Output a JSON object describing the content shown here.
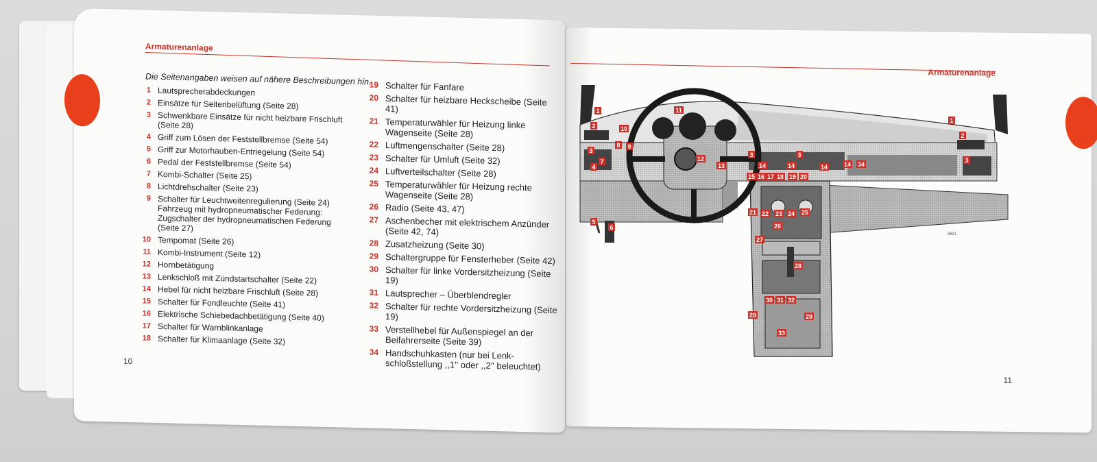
{
  "left_page": {
    "header": "Armaturenanlage",
    "intro": "Die Seitenangaben weisen auf nähere Beschreibungen hin.",
    "page_number": "10",
    "column_a": [
      {
        "num": "1",
        "text": "Lautsprecherabdeckungen"
      },
      {
        "num": "2",
        "text": "Einsätze für Seitenbelüftung (Seite 28)"
      },
      {
        "num": "3",
        "text": "Schwenkbare Einsätze für nicht heizbare Frischluft (Seite 28)"
      },
      {
        "num": "4",
        "text": "Griff zum Lösen der Feststellbremse (Seite 54)"
      },
      {
        "num": "5",
        "text": "Griff zur Motorhauben-Entriegelung (Seite 54)"
      },
      {
        "num": "6",
        "text": "Pedal der Feststellbremse (Seite 54)"
      },
      {
        "num": "7",
        "text": "Kombi-Schalter (Seite 25)"
      },
      {
        "num": "8",
        "text": "Lichtdrehschalter (Seite 23)"
      },
      {
        "num": "9",
        "text": "Schalter für Leuchtweitenregulierung (Seite 24) Fahrzeug mit hydropneumatischer Federung: Zugschalter der hydropneumatischen Federung (Seite 27)"
      },
      {
        "num": "10",
        "text": "Tempomat (Seite 26)"
      },
      {
        "num": "11",
        "text": "Kombi-Instrument (Seite 12)"
      },
      {
        "num": "12",
        "text": "Hornbetätigung"
      },
      {
        "num": "13",
        "text": "Lenkschloß mit Zündstartschalter (Seite 22)"
      },
      {
        "num": "14",
        "text": "Hebel für nicht heizbare Frischluft (Seite 28)"
      },
      {
        "num": "15",
        "text": "Schalter für Fondleuchte (Seite 41)"
      },
      {
        "num": "16",
        "text": "Elektrische Schiebedachbetätigung (Seite 40)"
      },
      {
        "num": "17",
        "text": "Schalter für Warnblinkanlage"
      },
      {
        "num": "18",
        "text": "Schalter für Klimaanlage (Seite 32)"
      }
    ],
    "column_b": [
      {
        "num": "19",
        "text": "Schalter für Fanfare"
      },
      {
        "num": "20",
        "text": "Schalter für heizbare Heckscheibe (Seite 41)"
      },
      {
        "num": "21",
        "text": "Temperaturwähler für Heizung linke Wagenseite (Seite 28)"
      },
      {
        "num": "22",
        "text": "Luftmengenschalter (Seite 28)"
      },
      {
        "num": "23",
        "text": "Schalter für Umluft (Seite 32)"
      },
      {
        "num": "24",
        "text": "Luftverteilschalter (Seite 28)"
      },
      {
        "num": "25",
        "text": "Temperaturwähler für Heizung rechte Wagenseite (Seite 28)"
      },
      {
        "num": "26",
        "text": "Radio (Seite 43, 47)"
      },
      {
        "num": "27",
        "text": "Aschenbecher mit elektrischem Anzünder (Seite 42, 74)"
      },
      {
        "num": "28",
        "text": "Zusatzheizung (Seite 30)"
      },
      {
        "num": "29",
        "text": "Schaltergruppe für Fensterheber (Seite 42)"
      },
      {
        "num": "30",
        "text": "Schalter für linke Vordersitzheizung (Seite 19)"
      },
      {
        "num": "31",
        "text": "Lautsprecher – Überblendregler"
      },
      {
        "num": "32",
        "text": "Schalter für rechte Vordersitzheizung (Seite 19)"
      },
      {
        "num": "33",
        "text": "Verstellhebel für Außenspiegel an der Beifahrerseite (Seite 39)"
      },
      {
        "num": "34",
        "text": "Handschuhkasten (nur bei Lenk- schloßstellung ,,1'' oder ,,2'' beleuchtet)"
      }
    ]
  },
  "right_page": {
    "header": "Armaturenanlage",
    "page_number": "11",
    "figure_code": "9631",
    "callouts": [
      "1",
      "1",
      "2",
      "2",
      "3",
      "3",
      "3",
      "3",
      "4",
      "5",
      "6",
      "7",
      "8",
      "9",
      "10",
      "11",
      "12",
      "13",
      "14",
      "14",
      "14",
      "14",
      "15",
      "16",
      "17",
      "18",
      "19",
      "20",
      "21",
      "22",
      "23",
      "24",
      "25",
      "26",
      "27",
      "28",
      "29",
      "29",
      "30",
      "31",
      "32",
      "33",
      "34"
    ]
  },
  "colors": {
    "accent_red": "#c8322a",
    "tab_orange": "#e8401c",
    "paper": "#fbfbf9"
  }
}
